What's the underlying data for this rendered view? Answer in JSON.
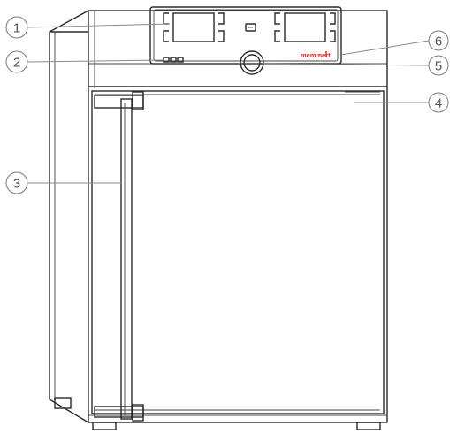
{
  "callouts": [
    {
      "number": "1",
      "part": "left display"
    },
    {
      "number": "2",
      "part": "buttons"
    },
    {
      "number": "3",
      "part": "door handle"
    },
    {
      "number": "4",
      "part": "door"
    },
    {
      "number": "5",
      "part": "control knob"
    },
    {
      "number": "6",
      "part": "control panel"
    }
  ],
  "brand": {
    "label": "memmert",
    "color": "#d9261c"
  },
  "colors": {
    "outline": "#2a2a2a",
    "callout": "#7a7a7a"
  }
}
